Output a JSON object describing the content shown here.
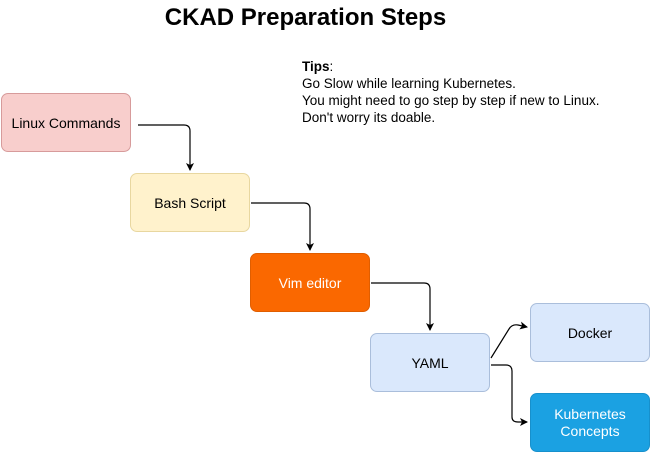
{
  "title": "CKAD Preparation Steps",
  "tips": {
    "heading": "Tips",
    "heading_suffix": ":",
    "lines": [
      "Go Slow while learning Kubernetes.",
      "You might need to go step by step if new to Linux.",
      "Don't worry its doable."
    ]
  },
  "nodes": {
    "linux_commands": {
      "label": "Linux Commands",
      "fill": "#f8cecc",
      "stroke": "#d79b9b",
      "text_color": "#000000"
    },
    "bash_script": {
      "label": "Bash Script",
      "fill": "#fff2cc",
      "stroke": "#e8d7a0",
      "text_color": "#000000"
    },
    "vim_editor": {
      "label": "Vim editor",
      "fill": "#fa6800",
      "stroke": "#e05e00",
      "text_color": "#ffffff"
    },
    "yaml": {
      "label": "YAML",
      "fill": "#dae8fc",
      "stroke": "#aabedb",
      "text_color": "#000000"
    },
    "docker": {
      "label": "Docker",
      "fill": "#dae8fc",
      "stroke": "#aabedb",
      "text_color": "#000000"
    },
    "kubernetes_concepts": {
      "label": "Kubernetes Concepts",
      "fill": "#1ba1e2",
      "stroke": "#1790cc",
      "text_color": "#ffffff"
    }
  },
  "edges": [
    {
      "from": "linux_commands",
      "to": "bash_script"
    },
    {
      "from": "bash_script",
      "to": "vim_editor"
    },
    {
      "from": "vim_editor",
      "to": "yaml"
    },
    {
      "from": "yaml",
      "to": "docker"
    },
    {
      "from": "yaml",
      "to": "kubernetes_concepts"
    }
  ]
}
